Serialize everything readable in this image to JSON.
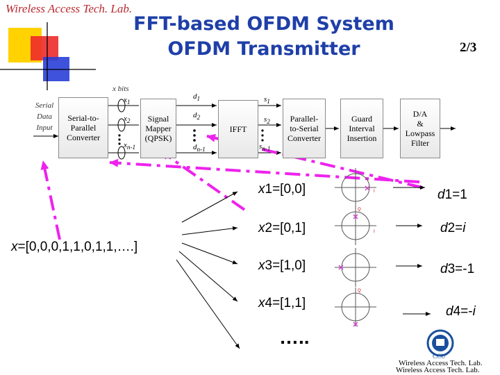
{
  "header": {
    "brand": "Wireless Access Tech. Lab.",
    "title_line1": "FFT-based OFDM System",
    "title_line2": "OFDM Transmitter",
    "page": "2/3"
  },
  "diagram": {
    "input_label": [
      "Serial",
      "Data",
      "Input"
    ],
    "bits_label": "x bits",
    "blocks": {
      "s2p": [
        "Serial-to-",
        "Parallel",
        "Converter"
      ],
      "mapper": [
        "Signal",
        "Mapper",
        "(QPSK)"
      ],
      "ifft": "IFFT",
      "p2s": [
        "Parallel-",
        "to-Serial",
        "Converter"
      ],
      "guard": [
        "Guard",
        "Interval",
        "Insertion"
      ],
      "da": [
        "D/A",
        "&",
        "Lowpass",
        "Filter"
      ]
    },
    "x_labels": [
      {
        "base": "x",
        "sub": "1"
      },
      {
        "base": "x",
        "sub": "2"
      },
      {
        "base": "x",
        "sub": "n-1"
      }
    ],
    "d_labels": [
      {
        "base": "d",
        "sub": "1"
      },
      {
        "base": "d",
        "sub": "2"
      },
      {
        "base": "d",
        "sub": "n-1"
      }
    ],
    "s_labels": [
      {
        "base": "s",
        "sub": "1"
      },
      {
        "base": "s",
        "sub": "2"
      },
      {
        "base": "s",
        "sub": "n-1"
      }
    ]
  },
  "mapping": {
    "input_sequence": {
      "var": "x",
      "value": "=[0,0,0,1,1,0,1,1,….]"
    },
    "rows": [
      {
        "var": "x",
        "index": "1",
        "bits": "=[0,0]",
        "out_var": "d",
        "out_index": "1",
        "out_value": "=1",
        "out_unit": ""
      },
      {
        "var": "x",
        "index": "2",
        "bits": "=[0,1]",
        "out_var": "d",
        "out_index": "2",
        "out_value": "=",
        "out_unit": "i"
      },
      {
        "var": "x",
        "index": "3",
        "bits": "=[1,0]",
        "out_var": "d",
        "out_index": "3",
        "out_value": "=-1",
        "out_unit": ""
      },
      {
        "var": "x",
        "index": "4",
        "bits": "=[1,1]",
        "out_var": "d",
        "out_index": "4",
        "out_value": "=-",
        "out_unit": "i"
      }
    ],
    "ellipsis": "…..",
    "constellation_axis": {
      "i": "I",
      "q": "Q"
    }
  },
  "footer": {
    "logo_text": "CCU",
    "lab_line1": "Wireless Access Tech. Lab.",
    "lab_line2": "Wireless Access Tech. Lab."
  },
  "colors": {
    "title": "#1f3fa8",
    "brand": "#b8282e",
    "dashed_arrow": "#ee22ee",
    "deco_yellow": "#ffd200",
    "deco_red": "#ee2a2a",
    "deco_blue": "#2a3fd8",
    "logo": "#1a4f9c"
  }
}
